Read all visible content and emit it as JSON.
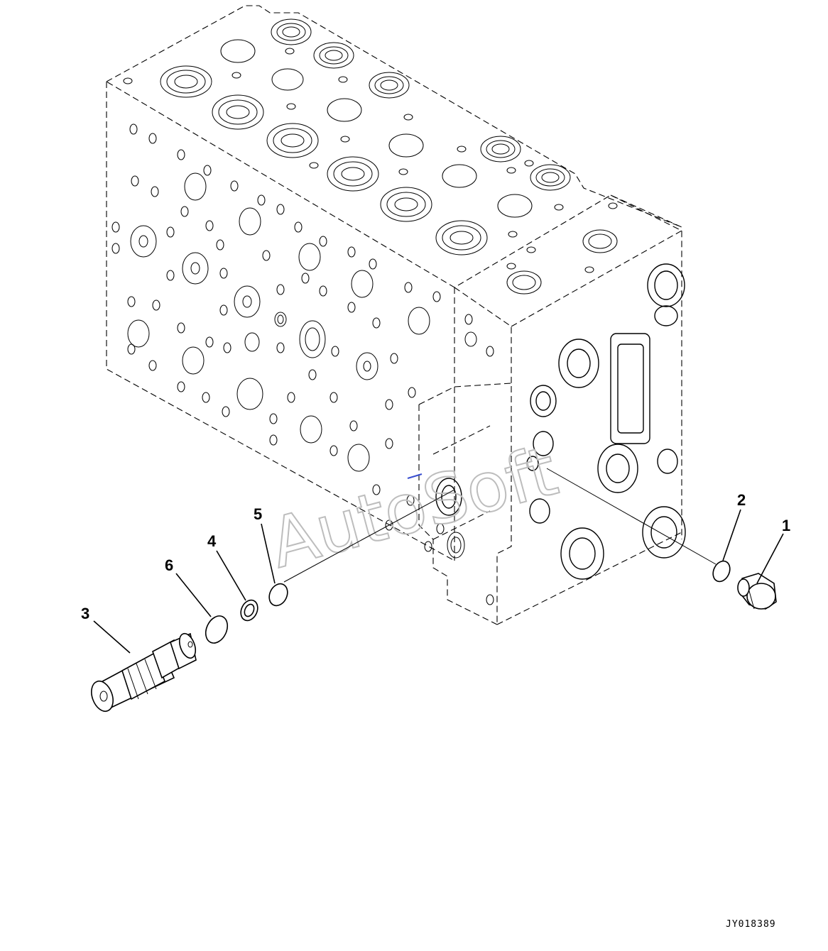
{
  "callouts": {
    "c1": "1",
    "c2": "2",
    "c3": "3",
    "c4": "4",
    "c5": "5",
    "c6": "6"
  },
  "drawing_code": "JY018389",
  "watermark": "AutoSoft",
  "colors": {
    "line": "#000000",
    "watermark": "#bdbdbd",
    "accent": "#3a4fd0"
  }
}
